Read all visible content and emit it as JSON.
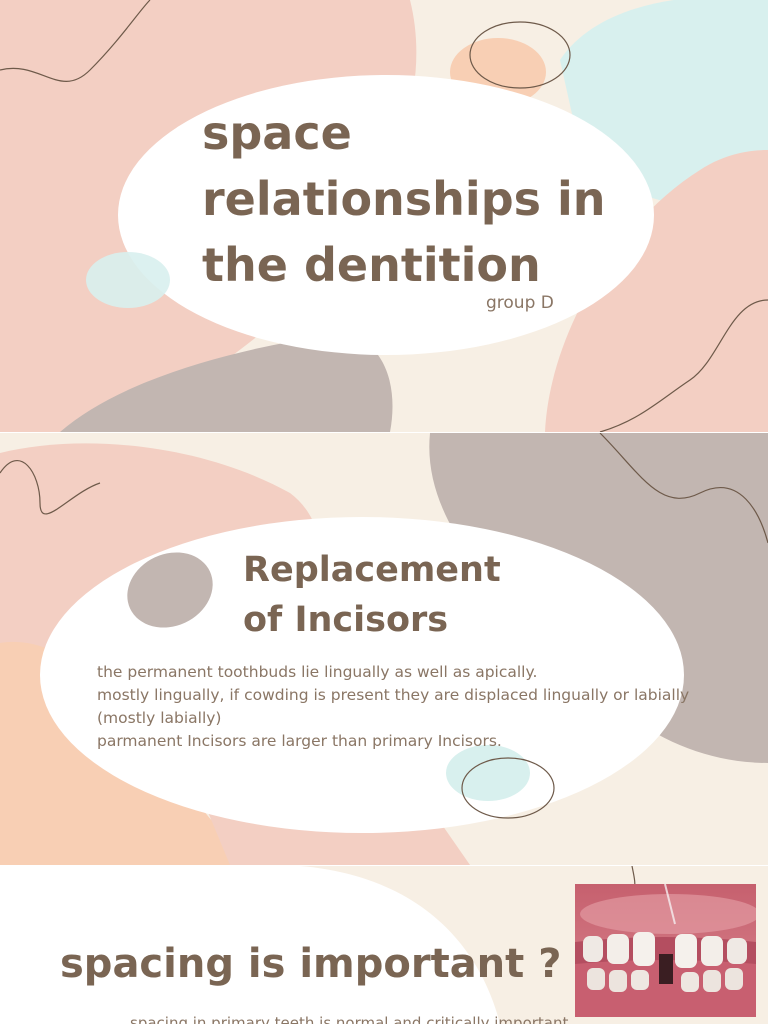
{
  "slides": [
    {
      "title": "space relationships in the dentition",
      "subtitle": "group D"
    },
    {
      "title": "Replacement of Incisors",
      "body": [
        "the permanent toothbuds lie lingually as well as apically.",
        "mostly lingually, if cowding is present they are displaced lingually or labially",
        "(mostly labially)",
        "parmanent Incisors are larger than primary Incisors."
      ]
    },
    {
      "title": "spacing is important ?",
      "body": "spacing in primary teeth is normal and critically important"
    }
  ],
  "colors": {
    "background": "#f7efe4",
    "pink": "#f3cfc3",
    "peach": "#f8cfb4",
    "grey": "#c2b6b1",
    "mint": "#d8f0ee",
    "text": "#7a6553"
  }
}
